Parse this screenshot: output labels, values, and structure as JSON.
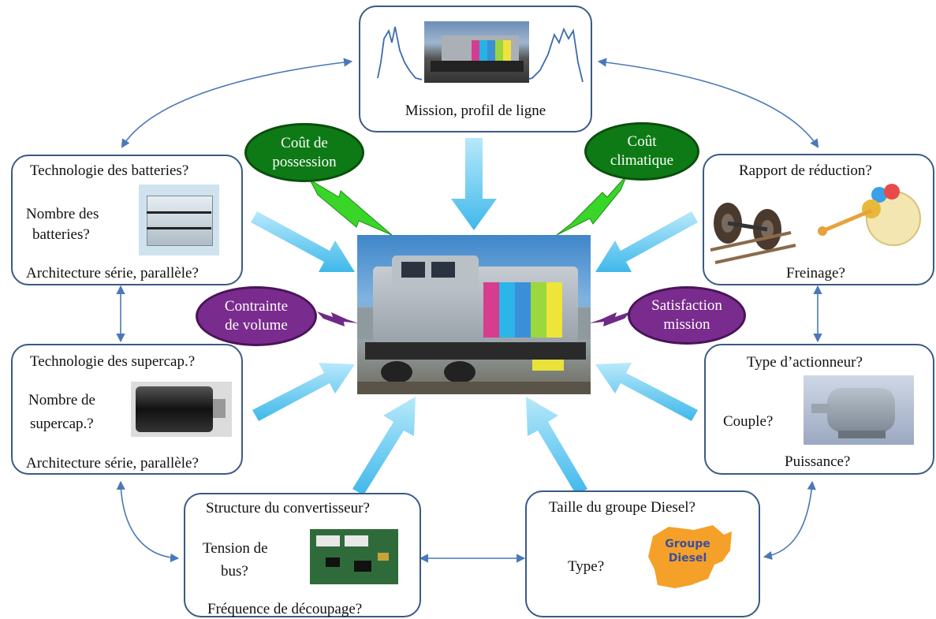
{
  "center": {
    "image": "locomotive-photo"
  },
  "mission": {
    "label": "Mission, profil de ligne",
    "image": "locomotive-photo"
  },
  "batteries": {
    "title": "Technologie des batteries?",
    "count_line1": "Nombre des",
    "count_line2": "batteries?",
    "architecture": "Architecture série, parallèle?",
    "image": "battery-pack"
  },
  "supercaps": {
    "title": "Technologie des supercap.?",
    "count_line1": "Nombre de",
    "count_line2": "supercap.?",
    "architecture": "Architecture série, parallèle?",
    "image": "supercapacitor"
  },
  "converter": {
    "title": "Structure du convertisseur?",
    "voltage_line1": "Tension de",
    "voltage_line2": "bus?",
    "frequency": "Fréquence de découpage?",
    "image": "circuit-board"
  },
  "diesel": {
    "title": "Taille du groupe Diesel?",
    "type": "Type?",
    "logo_line1": "Groupe",
    "logo_line2": "Diesel"
  },
  "actuator": {
    "title": "Type d’actionneur?",
    "torque": "Couple?",
    "power": "Puissance?",
    "image": "electric-motor"
  },
  "reduction": {
    "title": "Rapport de réduction?",
    "braking": "Freinage?",
    "image": "wheelset-and-gears"
  },
  "criteria": {
    "ownership_line1": "Coût de",
    "ownership_line2": "possession",
    "climate_line1": "Coût",
    "climate_line2": "climatique",
    "volume_line1": "Contrainte",
    "volume_line2": "de volume",
    "mission_line1": "Satisfaction",
    "mission_line2": "mission"
  },
  "colors": {
    "box_border": "#3a5a86",
    "arrow": "#56c8f0",
    "green_oval": "#0e7a16",
    "purple_oval": "#7a2b8e",
    "lightning_green": "#39d629",
    "lightning_purple": "#6f2a86",
    "connector": "#4a78b8"
  }
}
